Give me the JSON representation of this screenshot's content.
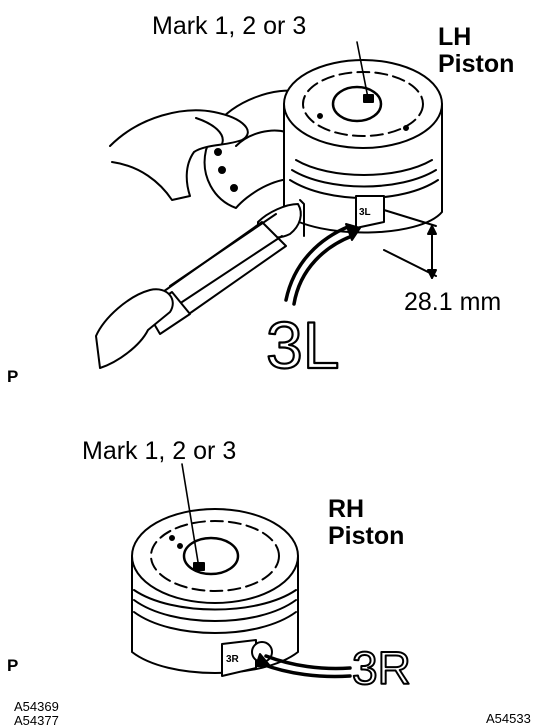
{
  "figure_top": {
    "mark_label": "Mark 1, 2 or 3",
    "piston_label_line1": "LH",
    "piston_label_line2": "Piston",
    "dimension": "28.1 mm",
    "big_mark": "3L",
    "stamp_on_piston": "3L",
    "corner_letter": "P"
  },
  "figure_bottom": {
    "mark_label": "Mark 1, 2 or 3",
    "piston_label_line1": "RH",
    "piston_label_line2": "Piston",
    "big_mark": "3R",
    "stamp_on_piston": "3R",
    "corner_letter": "P"
  },
  "footer": {
    "code_1": "A54369",
    "code_2": "A54377",
    "code_3": "A54533"
  }
}
